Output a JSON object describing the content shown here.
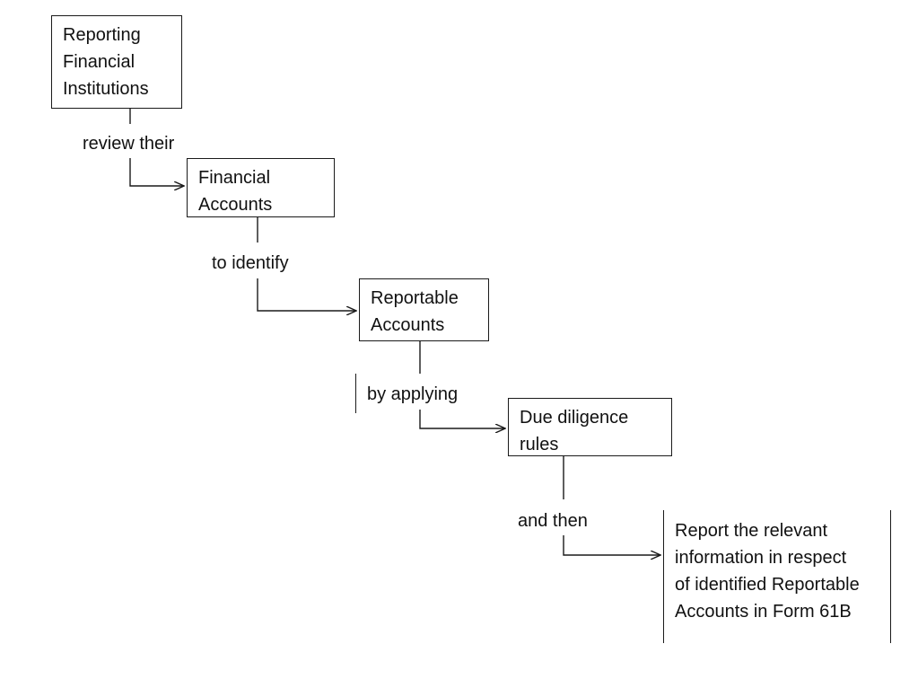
{
  "boxes": {
    "reporting_fi": [
      "Reporting",
      "Financial",
      "Institutions"
    ],
    "financial_accounts": [
      "Financial",
      "Accounts"
    ],
    "reportable_accounts": [
      "Reportable",
      "Accounts"
    ],
    "due_diligence": [
      "Due diligence",
      "rules"
    ],
    "report": [
      "Report the relevant",
      "information in respect",
      "of identified Reportable",
      "Accounts in Form 61B"
    ]
  },
  "connectors": {
    "review": "review their",
    "identify": "to identify",
    "applying": "by applying",
    "then": "and then"
  }
}
